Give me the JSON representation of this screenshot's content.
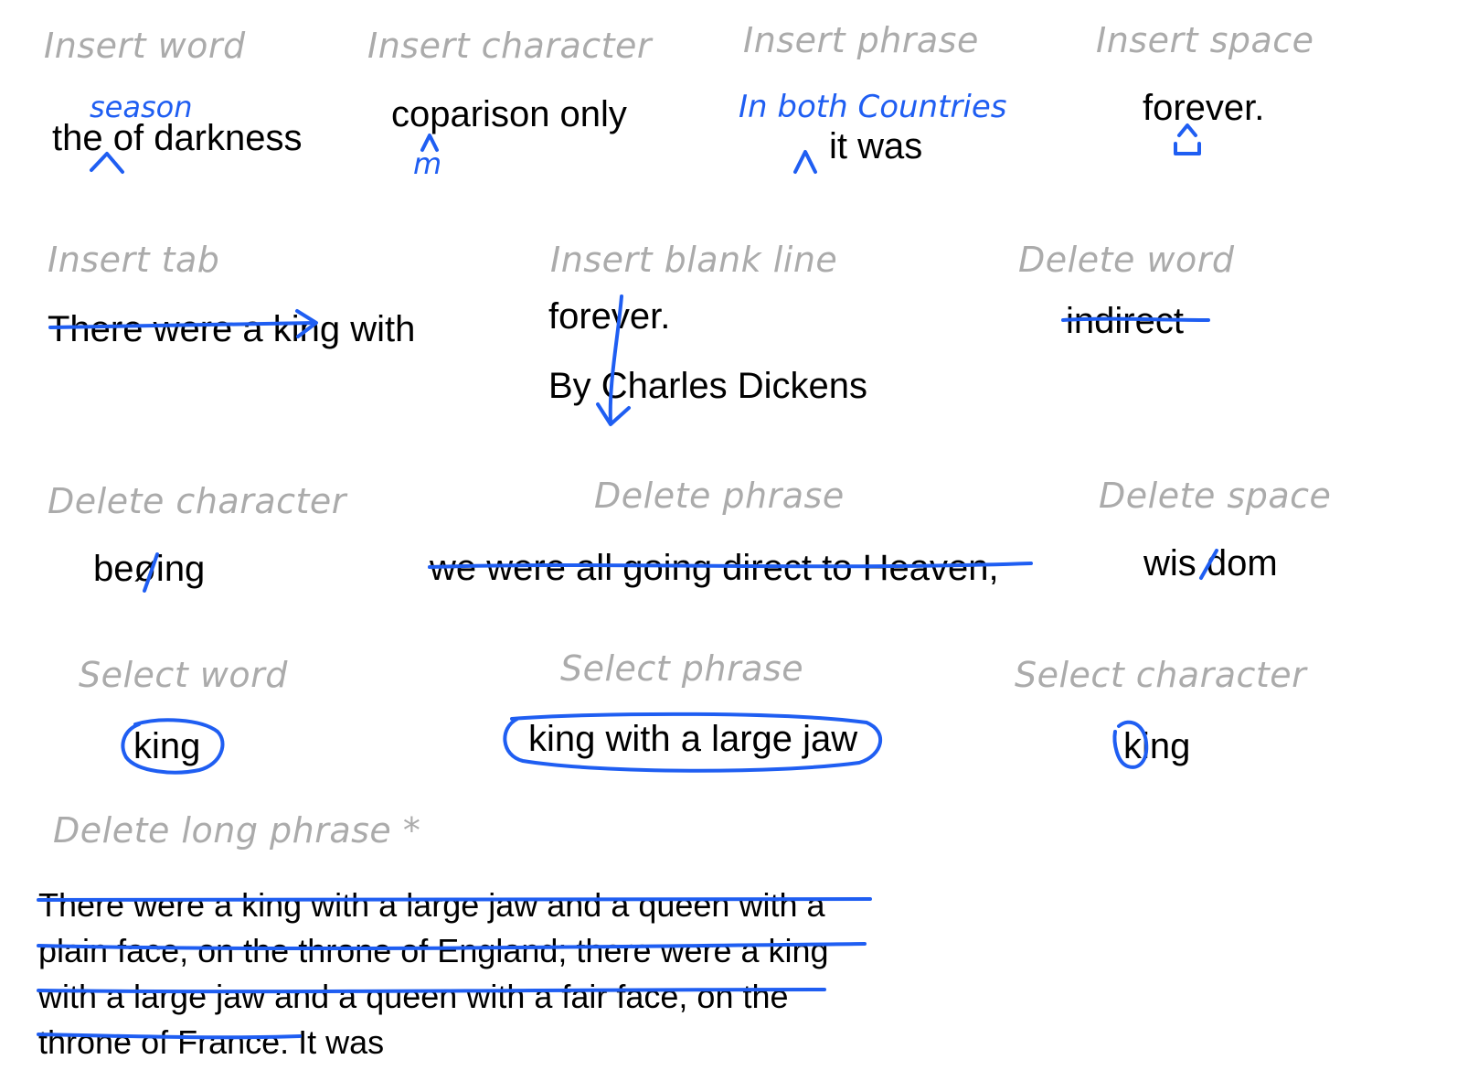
{
  "ink_color": "#1f5ef2",
  "label_color": "#ababab",
  "sections": {
    "insert_word": {
      "label": "Insert word",
      "text": "the of darkness",
      "handwriting": "season"
    },
    "insert_character": {
      "label": "Insert character",
      "text": "coparison only",
      "handwriting": "m"
    },
    "insert_phrase": {
      "label": "Insert phrase",
      "text": "it was",
      "handwriting": "In both Countries"
    },
    "insert_space": {
      "label": "Insert space",
      "text": "forever."
    },
    "insert_tab": {
      "label": "Insert tab",
      "text": "There were a king with"
    },
    "insert_blank_line": {
      "label": "Insert blank line",
      "line1": "forever.",
      "line2": "By Charles Dickens"
    },
    "delete_word": {
      "label": "Delete word",
      "text": "indirect"
    },
    "delete_character": {
      "label": "Delete character",
      "text": "beøing"
    },
    "delete_phrase": {
      "label": "Delete phrase",
      "text": "we were all going direct to Heaven,"
    },
    "delete_space": {
      "label": "Delete space",
      "text": "wis dom"
    },
    "select_word": {
      "label": "Select word",
      "text": "king"
    },
    "select_phrase": {
      "label": "Select phrase",
      "text": "king with a large jaw"
    },
    "select_character": {
      "label": "Select character",
      "text": "king"
    },
    "delete_long_phrase": {
      "label": "Delete long phrase *",
      "lines": [
        "There were a king with a large jaw and a queen with a",
        "plain face, on the throne of England; there were a king",
        "with a large jaw and a queen with a fair face, on the",
        "throne of France. It was"
      ]
    }
  }
}
